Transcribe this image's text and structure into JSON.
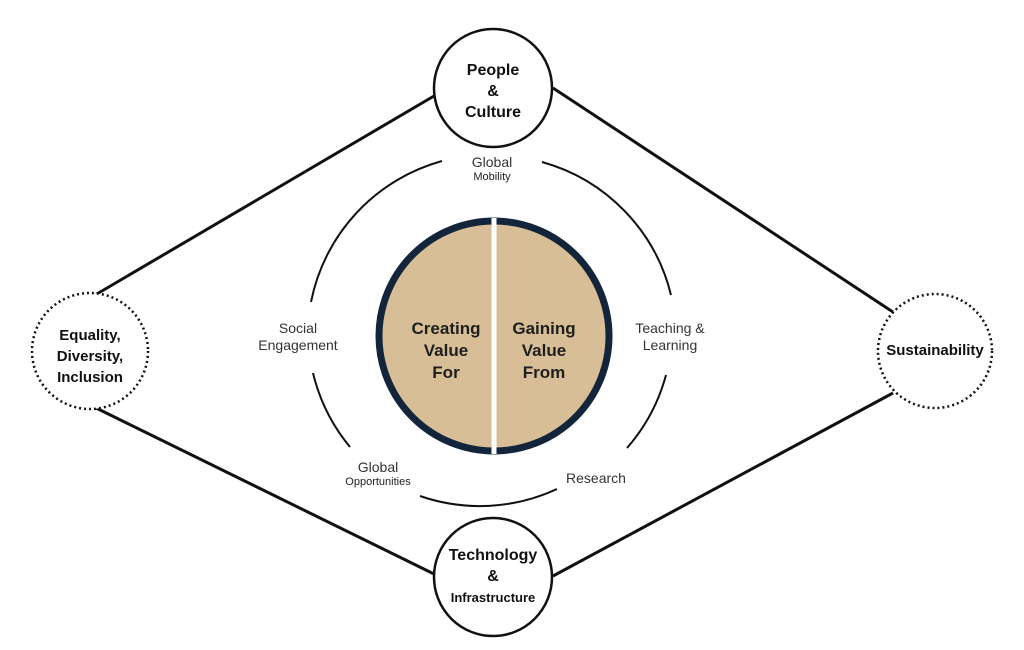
{
  "colors": {
    "center_fill": "#d8be97",
    "center_ring": "#13253a",
    "lines": "#111111",
    "background": "#ffffff"
  },
  "nodes": {
    "top": {
      "line1": "People",
      "line2": "&",
      "line3": "Culture"
    },
    "left": {
      "line1": "Equality,",
      "line2": "Diversity,",
      "line3": "Inclusion"
    },
    "right": {
      "line1": "Sustainability"
    },
    "bottom": {
      "line1": "Technology",
      "line2": "&",
      "line3": "Infrastructure"
    }
  },
  "center": {
    "left_half": {
      "line1": "Creating",
      "line2": "Value",
      "line3": "For"
    },
    "right_half": {
      "line1": "Gaining",
      "line2": "Value",
      "line3": "From"
    }
  },
  "ring_labels": {
    "global_mobility": {
      "line1": "Global",
      "line2": "Mobility"
    },
    "social_engagement": {
      "line1": "Social",
      "line2": "Engagement"
    },
    "teaching_learning": {
      "line1": "Teaching &",
      "line2": "Learning"
    },
    "global_opportunities": {
      "line1": "Global",
      "line2": "Opportunities"
    },
    "research": {
      "line1": "Research"
    }
  }
}
